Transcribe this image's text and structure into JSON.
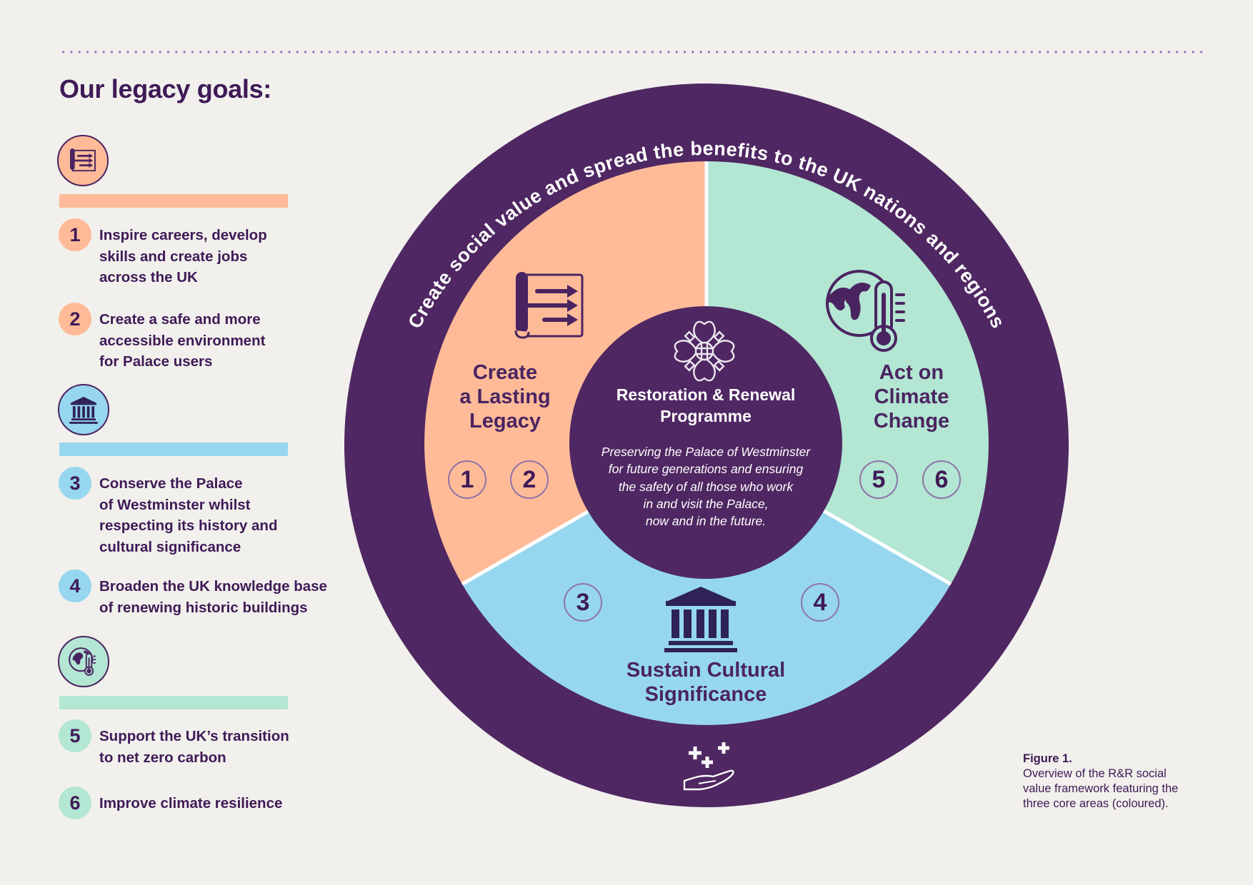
{
  "page": {
    "title": "Our legacy goals:"
  },
  "colors": {
    "background": "#f1f0ec",
    "purple_dark": "#4f2762",
    "text_purple": "#3f1a57",
    "peach": "#ffbb98",
    "teal": "#b3e6d3",
    "blue": "#96d7ef",
    "ring_outline": "#8e74a8",
    "white": "#ffffff"
  },
  "categories": [
    {
      "id": "legacy",
      "icon": "scroll-arrows-icon",
      "color": "#ffbb98",
      "goals": [
        {
          "number": "1",
          "text": "Inspire careers, develop\nskills and create jobs\nacross the UK"
        },
        {
          "number": "2",
          "text": "Create a safe and more\naccessible environment\nfor Palace users"
        }
      ]
    },
    {
      "id": "culture",
      "icon": "classical-building-icon",
      "color": "#96d7ef",
      "goals": [
        {
          "number": "3",
          "text": "Conserve the Palace\nof Westminster whilst\nrespecting its history and\ncultural significance"
        },
        {
          "number": "4",
          "text": "Broaden the UK knowledge base\nof renewing historic buildings"
        }
      ]
    },
    {
      "id": "climate",
      "icon": "globe-thermometer-icon",
      "color": "#b3e6d3",
      "goals": [
        {
          "number": "5",
          "text": "Support the UK’s transition\nto net zero carbon"
        },
        {
          "number": "6",
          "text": "Improve climate resilience"
        }
      ]
    }
  ],
  "wheel": {
    "outer_ring_text": "Create social value and spread the benefits to the UK nations and regions",
    "outer_ring_bottom_icon": "hand-with-plus-signs-icon",
    "segments": [
      {
        "title": "Create\na Lasting\nLegacy",
        "color": "#ffbb98",
        "icon": "scroll-arrows-icon",
        "numbers": [
          "1",
          "2"
        ]
      },
      {
        "title": "Act on\nClimate\nChange",
        "color": "#b3e6d3",
        "icon": "globe-thermometer-icon",
        "numbers": [
          "5",
          "6"
        ]
      },
      {
        "title": "Sustain Cultural\nSignificance",
        "color": "#96d7ef",
        "icon": "classical-building-icon",
        "numbers": [
          "3",
          "4"
        ]
      }
    ],
    "center": {
      "icon": "tudor-rose-portcullis-icon",
      "title": "Restoration & Renewal\nProgramme",
      "description": "Preserving the Palace of Westminster\nfor future generations and ensuring\nthe safety of all those who work\nin and visit the Palace,\nnow and in the future."
    }
  },
  "caption": {
    "title": "Figure 1.",
    "body": "Overview of the R&R social\nvalue framework featuring the\nthree core areas (coloured)."
  }
}
